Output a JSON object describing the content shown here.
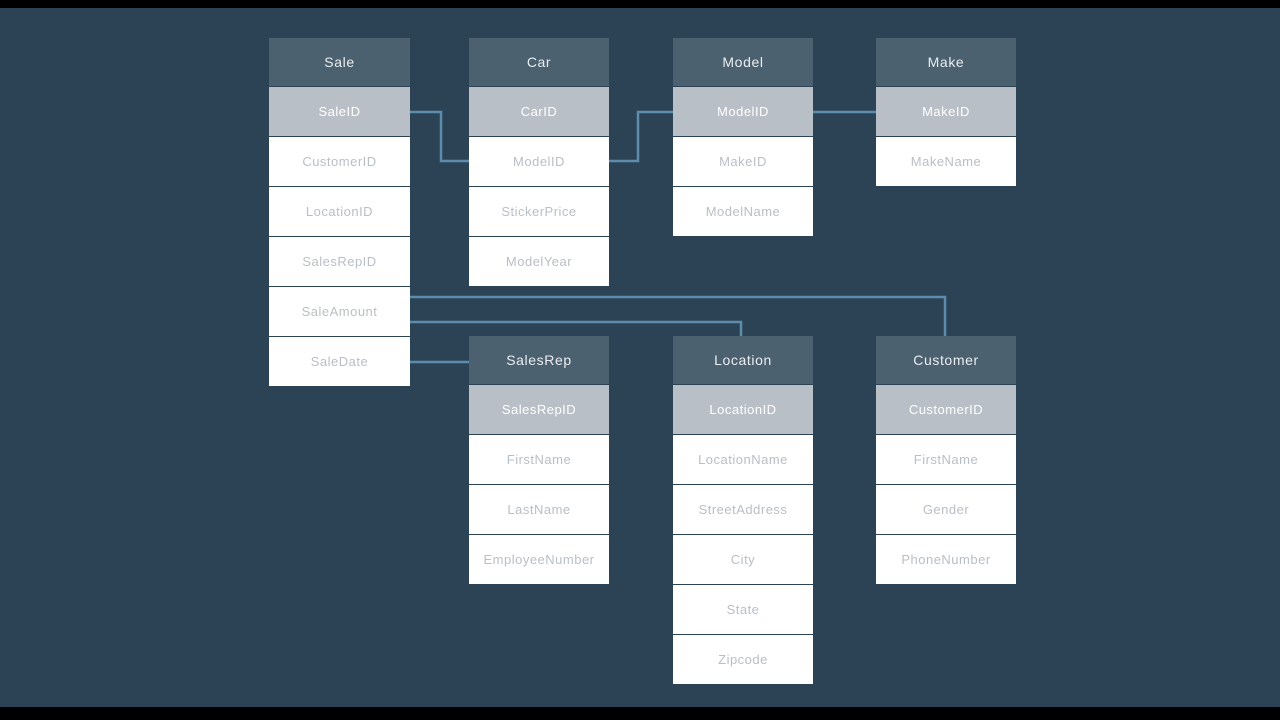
{
  "colors": {
    "background": "#2b4355",
    "table_header": "#4c6170",
    "primary_key_row": "#b9bfc6",
    "row_background": "#ffffff",
    "row_text": "#b9bfc6",
    "connector": "#5e8cad",
    "letterbox": "#000000"
  },
  "tables": [
    {
      "id": "sale",
      "title": "Sale",
      "primary_key": "SaleID",
      "rows": [
        "SaleID",
        "CustomerID",
        "LocationID",
        "SalesRepID",
        "SaleAmount",
        "SaleDate"
      ]
    },
    {
      "id": "car",
      "title": "Car",
      "primary_key": "CarID",
      "rows": [
        "CarID",
        "ModelID",
        "StickerPrice",
        "ModelYear"
      ]
    },
    {
      "id": "model",
      "title": "Model",
      "primary_key": "ModelID",
      "rows": [
        "ModelID",
        "MakeID",
        "ModelName"
      ]
    },
    {
      "id": "make",
      "title": "Make",
      "primary_key": "MakeID",
      "rows": [
        "MakeID",
        "MakeName"
      ]
    },
    {
      "id": "salesrep",
      "title": "SalesRep",
      "primary_key": "SalesRepID",
      "rows": [
        "SalesRepID",
        "FirstName",
        "LastName",
        "EmployeeNumber"
      ]
    },
    {
      "id": "location",
      "title": "Location",
      "primary_key": "LocationID",
      "rows": [
        "LocationID",
        "LocationName",
        "StreetAddress",
        "City",
        "State",
        "Zipcode"
      ]
    },
    {
      "id": "customer",
      "title": "Customer",
      "primary_key": "CustomerID",
      "rows": [
        "CustomerID",
        "FirstName",
        "Gender",
        "PhoneNumber"
      ]
    }
  ],
  "connections": [
    {
      "from": "Sale.SaleID",
      "to": "Car.ModelID"
    },
    {
      "from": "Car.ModelID",
      "to": "Model.ModelID"
    },
    {
      "from": "Model.ModelID",
      "to": "Make.MakeID"
    },
    {
      "from": "Sale.SaleAmount",
      "to": "Customer.CustomerID"
    },
    {
      "from": "Sale.SaleAmount",
      "to": "Location.LocationID"
    },
    {
      "from": "Sale.SaleDate",
      "to": "SalesRep.SalesRepID"
    }
  ]
}
